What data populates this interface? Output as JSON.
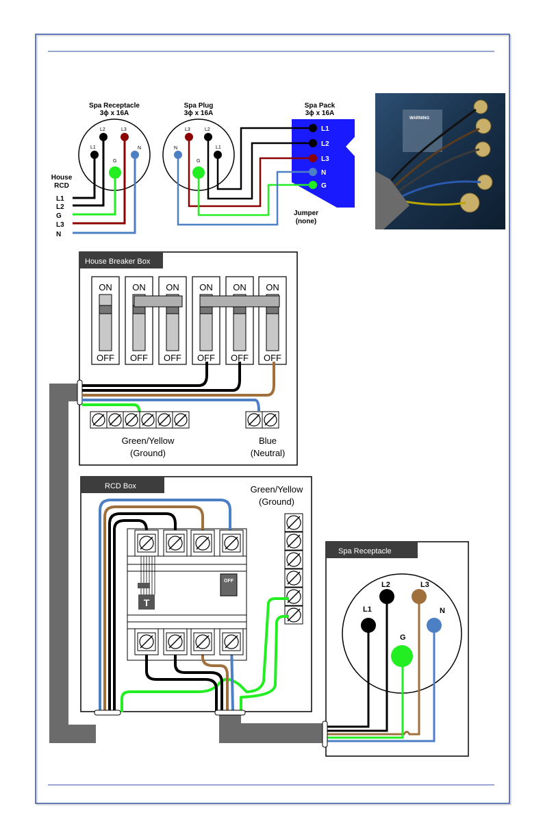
{
  "top_wiring": {
    "spa_receptacle": {
      "title": "Spa Receptacle",
      "rating": "3ϕ x 16A",
      "pins": {
        "l1": "L1",
        "l2": "L2",
        "l3": "L3",
        "g": "G",
        "n": "N"
      }
    },
    "house_rcd": {
      "label_line1": "House",
      "label_line2": "RCD",
      "wires": [
        "L1",
        "L2",
        "G",
        "L3",
        "N"
      ]
    },
    "spa_plug": {
      "title": "Spa Plug",
      "rating": "3ϕ x 16A",
      "pins": {
        "l3": "L3",
        "l2": "L2",
        "l1": "L1",
        "g": "G",
        "n": "N"
      }
    },
    "spa_pack": {
      "title": "Spa Pack",
      "rating": "3ϕ x 16A",
      "terminals": [
        "L1",
        "L2",
        "L3",
        "N",
        "G"
      ]
    },
    "jumper": {
      "line1": "Jumper",
      "line2": "(none)"
    }
  },
  "photo": {
    "warning_label": "WARNING"
  },
  "breaker_box": {
    "title": "House Breaker Box",
    "breakers": [
      {
        "on": "ON",
        "off": "OFF"
      },
      {
        "on": "ON",
        "off": "OFF"
      },
      {
        "on": "ON",
        "off": "OFF"
      },
      {
        "on": "ON",
        "off": "OFF"
      },
      {
        "on": "ON",
        "off": "OFF"
      },
      {
        "on": "ON",
        "off": "OFF"
      }
    ],
    "ground_label_line1": "Green/Yellow",
    "ground_label_line2": "(Ground)",
    "neutral_label_line1": "Blue",
    "neutral_label_line2": "(Neutral)"
  },
  "rcd_box": {
    "title": "RCD Box",
    "ground_label_line1": "Green/Yellow",
    "ground_label_line2": "(Ground)",
    "test_button": "T",
    "switch_label": "OFF"
  },
  "spa_receptacle_box": {
    "title": "Spa Receptacle",
    "pins": {
      "l1": "L1",
      "l2": "L2",
      "l3": "L3",
      "g": "G",
      "n": "N"
    }
  },
  "colors": {
    "live_black": "#000000",
    "live_brown": "#a0703c",
    "live_red": "#8b0000",
    "neutral_blue": "#4d7fc4",
    "ground_green": "#22ee22",
    "spa_pack_blue": "#1a1aff",
    "conduit_gray": "#6b6b6b",
    "frame_blue": "#2f4fa0"
  }
}
